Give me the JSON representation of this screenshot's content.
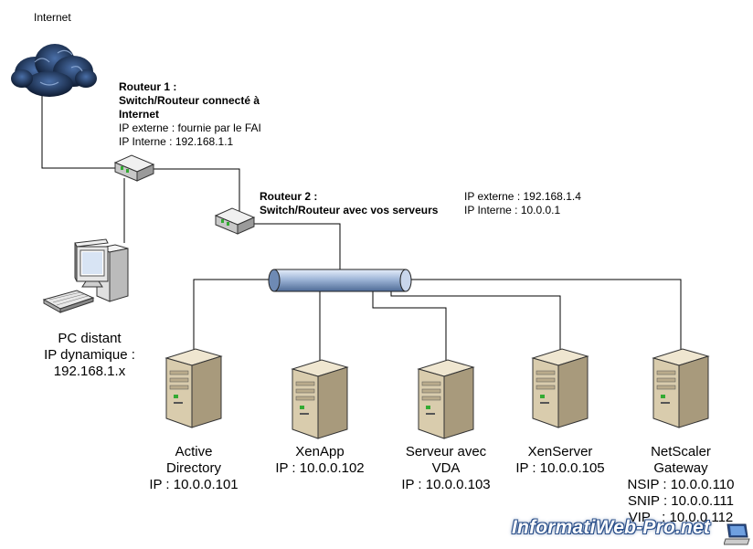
{
  "internet": {
    "label": "Internet"
  },
  "router1": {
    "title": "Routeur 1 :",
    "subtitle_line1": "Switch/Routeur connecté à",
    "subtitle_line2": "Internet",
    "ip_ext": "IP externe : fournie par le FAI",
    "ip_int": "IP Interne : 192.168.1.1"
  },
  "router2": {
    "title": "Routeur 2 :",
    "subtitle": "Switch/Routeur avec vos serveurs",
    "ip_ext": "IP externe : 192.168.1.4",
    "ip_int": "IP Interne : 10.0.0.1"
  },
  "pc": {
    "name": "PC distant",
    "ip_label": "IP dynamique :",
    "ip": "192.168.1.x"
  },
  "servers": [
    {
      "lines": [
        "Active",
        "Directory",
        "IP : 10.0.0.101"
      ]
    },
    {
      "lines": [
        "XenApp",
        "IP : 10.0.0.102"
      ]
    },
    {
      "lines": [
        "Serveur avec",
        "VDA",
        "IP : 10.0.0.103"
      ]
    },
    {
      "lines": [
        "XenServer",
        "IP : 10.0.0.105"
      ]
    },
    {
      "lines": [
        "NetScaler",
        "Gateway",
        "NSIP : 10.0.0.110",
        "SNIP : 10.0.0.111",
        "VIP   : 10.0.0.112"
      ]
    }
  ],
  "watermark": "InformatiWeb-Pro.net",
  "colors": {
    "cloud": "#1a2a44",
    "bus": "#8aa6cc",
    "server": "#d8cdb4",
    "router": "#dcdcdc",
    "line": "#000000"
  }
}
